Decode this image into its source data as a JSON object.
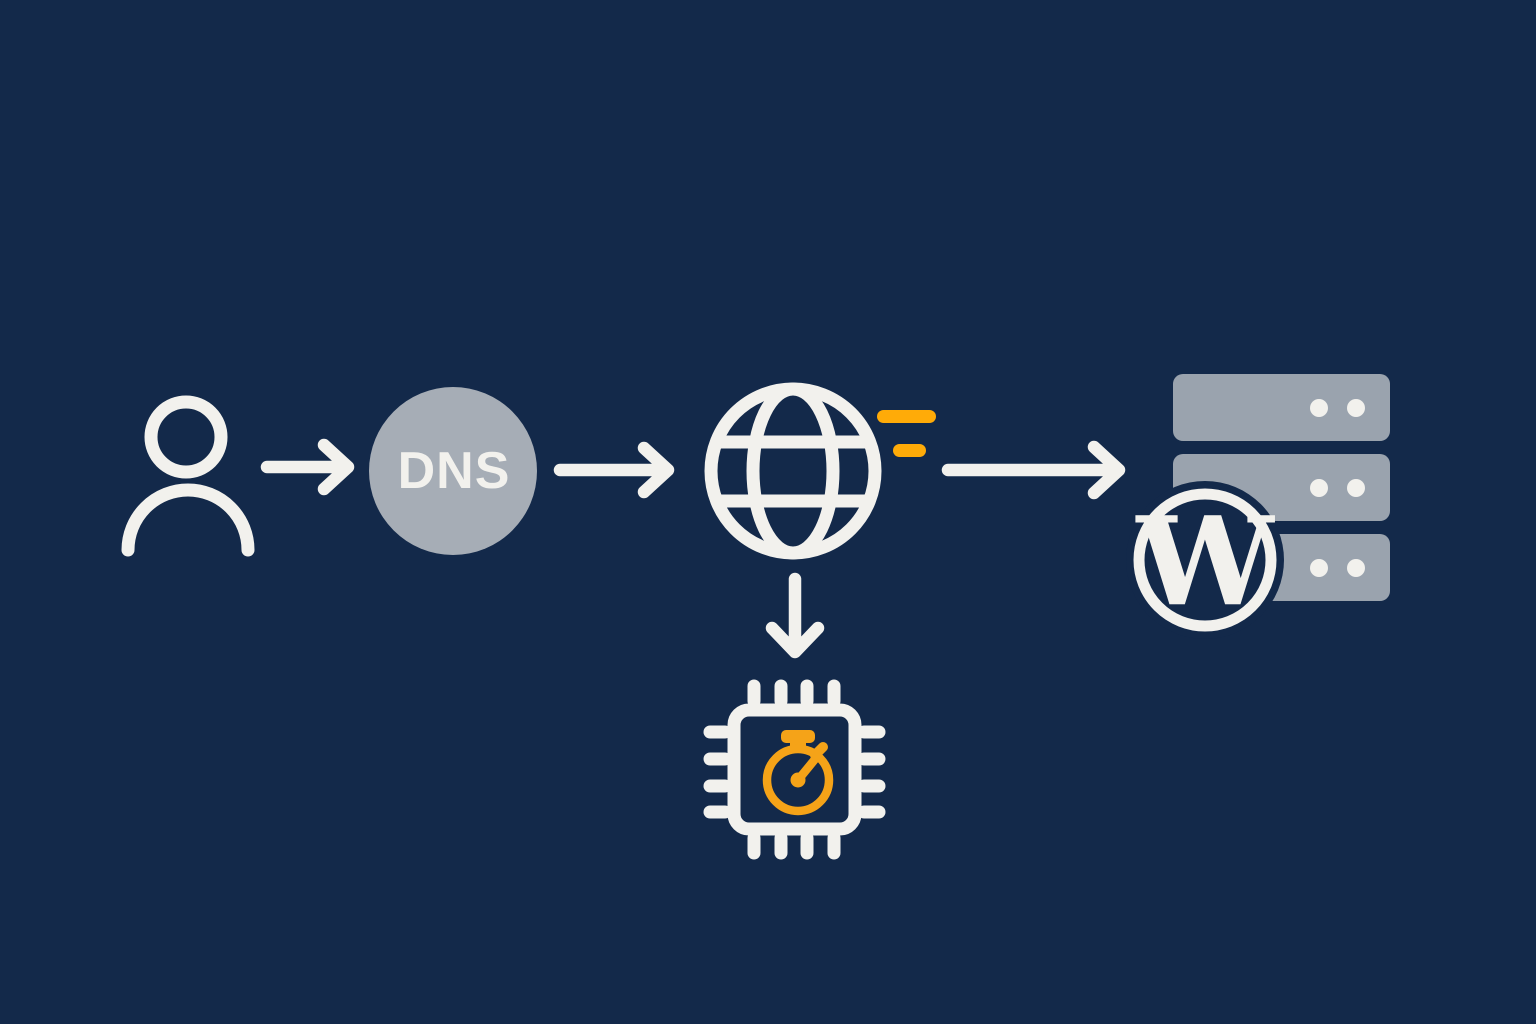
{
  "diagram": {
    "colors": {
      "bg": "#13294a",
      "ink": "#f2f1ed",
      "gray": "#a6adb6",
      "gray2": "#9aa3ae",
      "orange": "#ffab08",
      "orange2": "#f5a318"
    },
    "nodes": [
      {
        "id": "user",
        "icon": "user-icon",
        "label": ""
      },
      {
        "id": "dns",
        "icon": "dns-circle-icon",
        "label": "DNS"
      },
      {
        "id": "network",
        "icon": "globe-speed-icon",
        "label": ""
      },
      {
        "id": "cache",
        "icon": "chip-stopwatch-icon",
        "label": ""
      },
      {
        "id": "origin",
        "icon": "server-stack-icon",
        "wordpress_monogram": "W"
      }
    ],
    "connections": [
      {
        "from": "user",
        "to": "dns",
        "icon": "arrow-right-icon"
      },
      {
        "from": "dns",
        "to": "network",
        "icon": "arrow-right-icon"
      },
      {
        "from": "network",
        "to": "origin",
        "icon": "arrow-right-icon"
      },
      {
        "from": "network",
        "to": "cache",
        "icon": "arrow-down-icon"
      }
    ]
  }
}
